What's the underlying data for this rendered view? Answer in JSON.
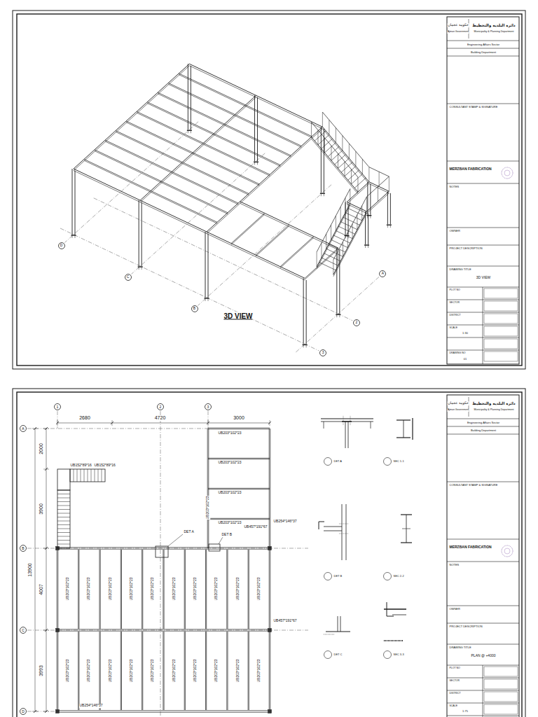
{
  "diagram": {
    "nodes": [
      {
        "text": [
          "D"
        ]
      },
      {
        "text": [
          "C"
        ]
      },
      {
        "text": [
          "B"
        ]
      },
      {
        "text": [
          "3"
        ]
      },
      {
        "text": [
          "2"
        ]
      },
      {
        "text": [
          "A"
        ]
      },
      {
        "text": [
          "1"
        ]
      },
      {
        "text": [
          "2"
        ]
      },
      {
        "text": [
          "3"
        ]
      },
      {
        "text": [
          "A"
        ]
      },
      {
        "text": [
          "B"
        ]
      },
      {
        "text": [
          "C"
        ]
      },
      {
        "text": [
          "D"
        ]
      }
    ],
    "labels": [
      "3D VIEW",
      "حكومة عجمان",
      "دائرة البلدية والتخطيط",
      "Ajman Government",
      "Municipality & Planning Department",
      "Engineering Affairs Sector",
      "Building Department",
      "CONSULTANT STAMP & SIGNATURE",
      "MERZBAN FABRICATION",
      "NOTES",
      "OWNER",
      "PROJECT DESCRIPTION",
      "DRAWING TITLE",
      "3D VIEW",
      "PLOT NO",
      "SECTOR",
      "DISTRICT",
      "SCALE",
      "1:30",
      "DRAWING NO",
      "01",
      "حكومة عجمان",
      "دائرة البلدية والتخطيط",
      "Ajman Government",
      "Municipality & Planning Department",
      "Engineering Affairs Sector",
      "Building Department",
      "CONSULTANT STAMP & SIGNATURE",
      "MERZBAN FABRICATION",
      "NOTES",
      "OWNER",
      "PROJECT DESCRIPTION",
      "DRAWING TITLE",
      "PLAN @ +4000",
      "PLOT NO",
      "SECTOR",
      "DISTRICT",
      "SCALE",
      "1:75",
      "2680",
      "4720",
      "3000",
      "2000",
      "3900",
      "13900",
      "4007",
      "3993",
      "UB203*102*23",
      "UB203*102*23",
      "UB203*102*23",
      "UB203*102*23",
      "UB203*102*23",
      "UB254*146*37",
      "UB457*191*67",
      "DET A",
      "DET B",
      "UB457*191*67",
      "UB203*102*23",
      "UB203*102*23",
      "UB203*102*23",
      "UB203*102*23",
      "UB203*102*23",
      "UB203*102*23",
      "UB203*102*23",
      "UB203*102*23",
      "UB203*102*23",
      "UB203*102*23",
      "UB203*102*23",
      "UB203*102*23",
      "UB203*102*23",
      "UB203*102*23",
      "UB203*102*23",
      "UB203*102*23",
      "UB203*102*23",
      "UB203*102*23",
      "UB203*102*23",
      "UB203*102*23",
      "UB254*146*37",
      "UB152*89*16",
      "UB152*89*16",
      "DET A",
      "SEC 1-1",
      "DET B",
      "SEC 2-2",
      "DET C",
      "SEC 3-3"
    ]
  }
}
